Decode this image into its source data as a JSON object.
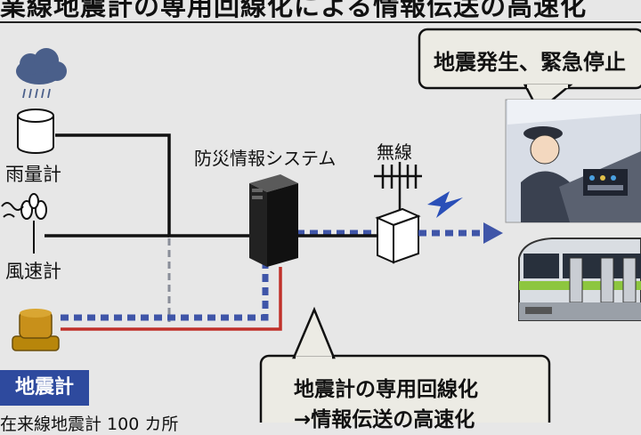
{
  "title": "業線地震計の専用回線化による情報伝送の高速化",
  "sensors": {
    "rain_gauge_label": "雨量計",
    "wind_gauge_label": "風速計",
    "seismometer_label": "地震計"
  },
  "system_label": "防災情報システム",
  "wireless_label": "無線",
  "callout_top": "地震発生、緊急停止",
  "callout_bottom": {
    "line1": "地震計の専用回線化",
    "line2": "→情報伝送の高速化"
  },
  "footnote": "在来線地震計 100 カ所",
  "colors": {
    "dotted_line": "#3f55a8",
    "red_line": "#c0312a",
    "tag_bg": "#2e4a9e"
  }
}
